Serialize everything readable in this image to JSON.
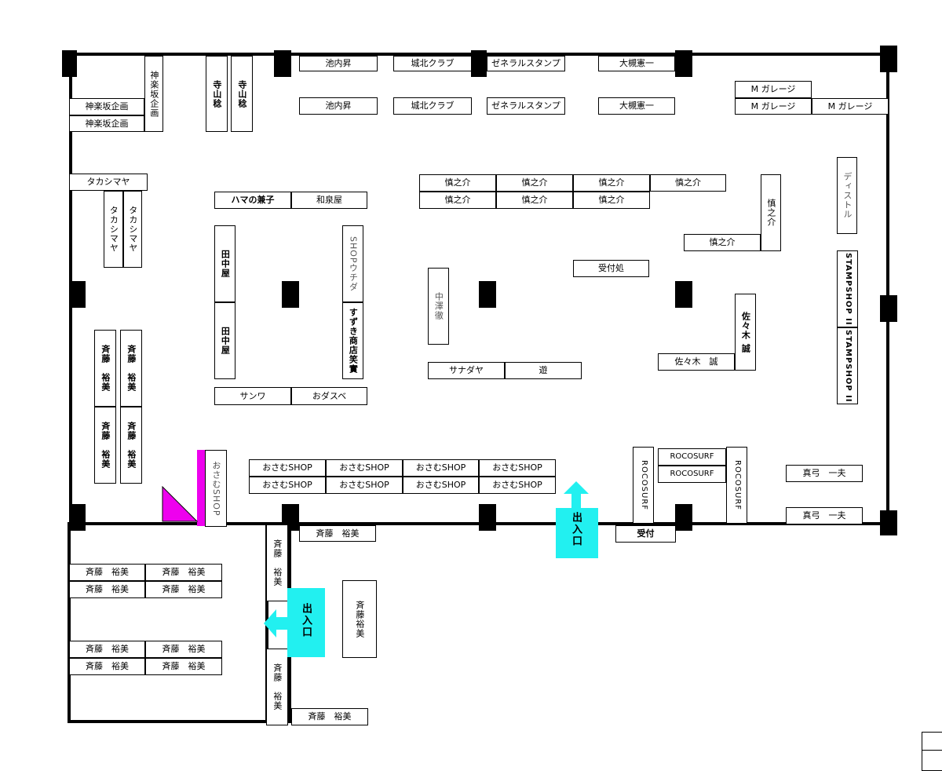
{
  "booths": {
    "kagurazaka_v": "神楽坂企画",
    "kagurazaka_1": "神楽坂企画",
    "kagurazaka_2": "神楽坂企画",
    "terayama_1": "寺山稔",
    "terayama_2": "寺山稔",
    "ikeuchi_1": "池内昇",
    "johoku_1": "城北クラブ",
    "general_1": "ゼネラルスタンプ",
    "otsuki_1": "大槻憲一",
    "ikeuchi_2": "池内昇",
    "johoku_2": "城北クラブ",
    "general_2": "ゼネラルスタンプ",
    "otsuki_2": "大槻憲一",
    "mgarage_1": "M ガレージ",
    "mgarage_2": "M ガレージ",
    "mgarage_3": "M ガレージ",
    "takashimaya_h": "タカシマヤ",
    "takashimaya_v1": "タカシマヤ",
    "takashimaya_v2": "タカシマヤ",
    "hamano": "ハマの兼子",
    "izumiya": "和泉屋",
    "shinnosuke": [
      "慎之介",
      "慎之介",
      "慎之介",
      "慎之介",
      "慎之介",
      "慎之介",
      "慎之介"
    ],
    "shinnosuke_v": "慎之介",
    "shinnosuke_h": "慎之介",
    "distol": "ディストル",
    "tanakaya_1": "田中屋",
    "tanakaya_2": "田中屋",
    "shop_uchida": "SHOPウチダ",
    "suzuki": "すずき商店笑實",
    "nakazawa": "中澤徹",
    "uketsuke_center": "受付処",
    "stampshop_1": "STAMPSHOP II",
    "stampshop_2": "STAMPSHOP II",
    "sasaki_v": "佐々木 誠",
    "sasaki_h": "佐々木　誠",
    "sanadaya": "サナダヤ",
    "asobi": "遊",
    "sanwa": "サンワ",
    "odasube": "おダスベ",
    "saito_left": [
      "斉藤　裕美",
      "斉藤　裕美",
      "斉藤　裕美",
      "斉藤　裕美"
    ],
    "osamu_v": "おさむSHOP",
    "osamu": [
      "おさむSHOP",
      "おさむSHOP",
      "おさむSHOP",
      "おさむSHOP",
      "おさむSHOP",
      "おさむSHOP",
      "おさむSHOP",
      "おさむSHOP"
    ],
    "rocosurf_v1": "ROCOSURF",
    "rocosurf_h1": "ROCOSURF",
    "rocosurf_h2": "ROCOSURF",
    "rocosurf_v2": "ROCOSURF",
    "mayumi_1": "真弓　一夫",
    "mayumi_2": "真弓　一夫",
    "uketsuke": "受付",
    "saito_bottom": [
      "斉藤　裕美",
      "斉藤　裕美",
      "斉藤　裕美",
      "斉藤　裕美",
      "斉藤　裕美",
      "斉藤　裕美",
      "斉藤　裕美",
      "斉藤　裕美"
    ],
    "saito_v1": "斉藤　裕美",
    "saito_h1": "斉藤　裕美",
    "saito_center": "斉藤裕美",
    "saito_v2": "斉藤　裕美",
    "saito_h2": "斉藤　裕美"
  },
  "exits": {
    "main": "出入口",
    "lower": "出入口"
  },
  "colors": {
    "exit": "#22f0f0",
    "marker": "#ee00ee"
  }
}
